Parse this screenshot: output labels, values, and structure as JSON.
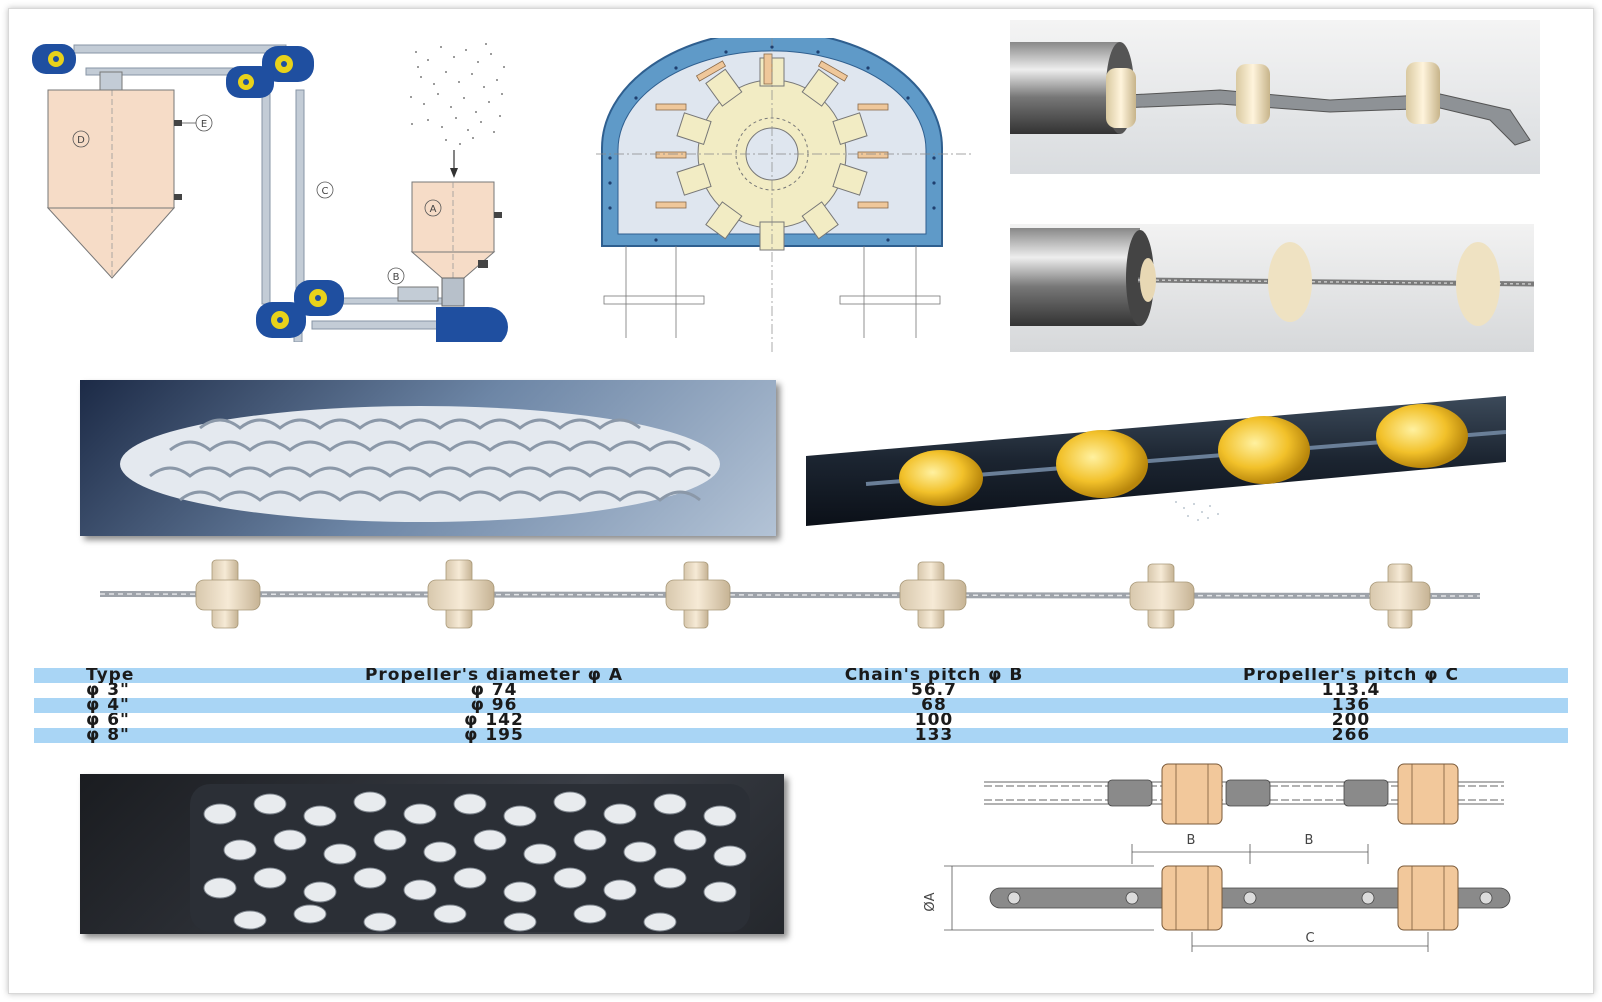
{
  "flow_diagram": {
    "labels": {
      "a": "A",
      "b": "B",
      "c": "C",
      "d": "D",
      "e": "E"
    },
    "colors": {
      "pipe": "#9aa6b4",
      "elbow": "#1f4fa0",
      "vessel": "#f6dcc7",
      "hub": "#e8d21a"
    }
  },
  "dimension_drawing": {
    "labels": {
      "pitch_b_1": "B",
      "pitch_b_2": "B",
      "diameter_a": "ØA",
      "pitch_c": "C"
    },
    "colors": {
      "disc": "#f2c89b",
      "link": "#8a8a8a"
    }
  },
  "spec_table": {
    "columns": [
      "Type",
      "Propeller's diameter φ A",
      "Chain's pitch φ B",
      "Propeller's pitch φ C"
    ],
    "rows": [
      [
        "φ 3\"",
        "φ 74",
        "56.7",
        "113.4"
      ],
      [
        "φ 4\"",
        "φ 96",
        "68",
        "136"
      ],
      [
        "φ 6\"",
        "φ 142",
        "100",
        "200"
      ],
      [
        "φ 8\"",
        "φ 195",
        "133",
        "266"
      ]
    ],
    "colors": {
      "band": "#a9d5f5"
    }
  },
  "icons": [
    "flow-diagram",
    "sprocket-diagram",
    "chain-photo",
    "cable-photo",
    "disc-pile-photo",
    "tube-cutaway",
    "cable-discs",
    "disc-pile-dark-photo",
    "dimension-drawing"
  ]
}
